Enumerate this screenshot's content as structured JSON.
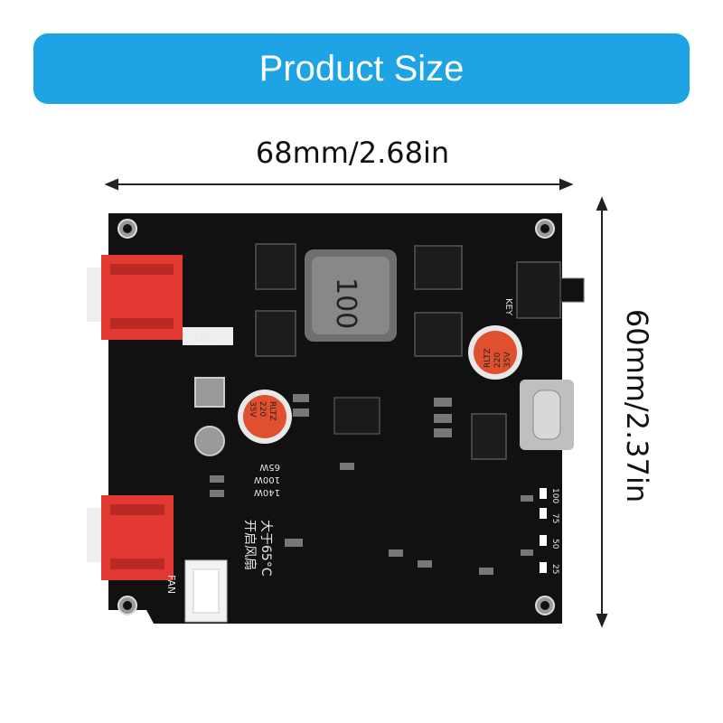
{
  "banner": {
    "title": "Product Size"
  },
  "dimensions": {
    "width_label": "68mm/2.68in",
    "height_label": "60mm/2.37in"
  },
  "board": {
    "silkscreen": {
      "key": "KEY",
      "fuse": "12A",
      "cap_left": [
        "RLTZ",
        "220",
        "35V"
      ],
      "cap_right": [
        "RLTZ",
        "220",
        "35V"
      ],
      "inductor": "100",
      "power_options": [
        "140W",
        "100W",
        "65W"
      ],
      "fan_note": [
        "大于65°C",
        "开启风扇"
      ],
      "fan": "FAN",
      "led_levels": [
        "100",
        "75",
        "50",
        "25"
      ]
    },
    "colors": {
      "pcb": "#111111",
      "connector": "#e23a32",
      "banner": "#1ea3e4"
    }
  }
}
